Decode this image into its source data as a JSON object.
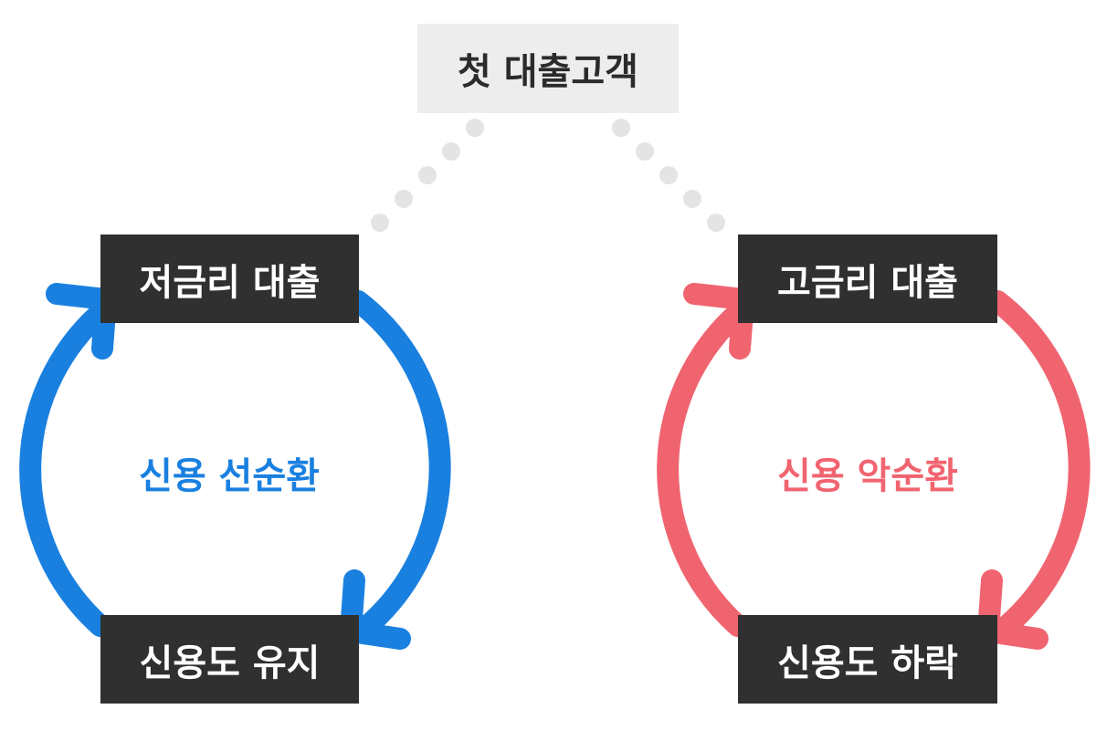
{
  "top_label": "첫 대출고객",
  "good_cycle": {
    "title": "신용 선순환",
    "top_node": "저금리 대출",
    "bottom_node": "신용도 유지",
    "color": "#1a80e0"
  },
  "bad_cycle": {
    "title": "신용 악순환",
    "top_node": "고금리 대출",
    "bottom_node": "신용도 하락",
    "color": "#f06470"
  },
  "colors": {
    "node_background": "#303030",
    "top_box_background": "#ededed",
    "dots": "#e4e4e4"
  }
}
